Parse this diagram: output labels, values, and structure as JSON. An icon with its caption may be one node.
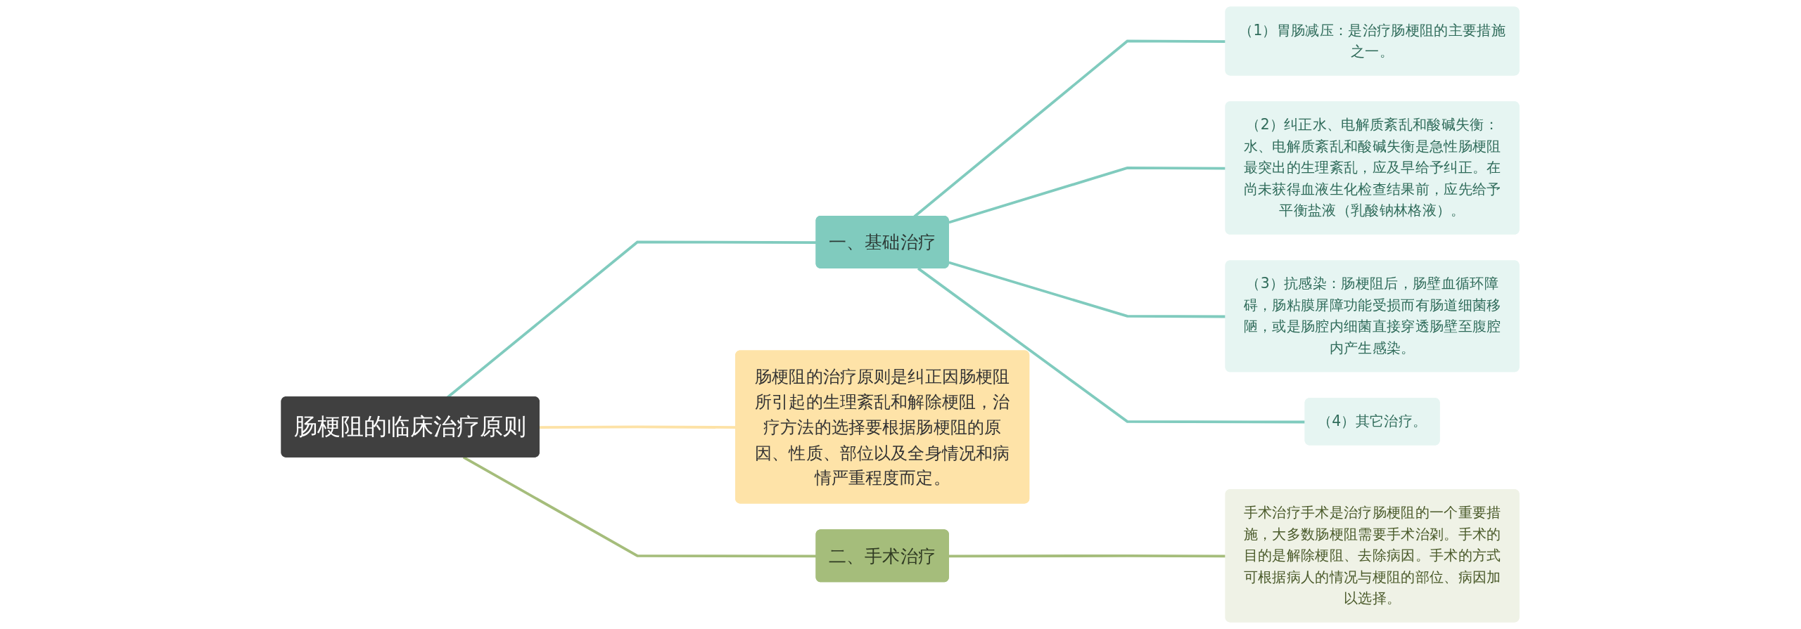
{
  "diagram": {
    "nodes": [
      {
        "text": [
          "肠梗阻的临床治疗原则"
        ]
      },
      {
        "text": [
          "一、基础治疗"
        ]
      },
      {
        "text": [
          "（1）胃肠减压：是治疗肠梗阻的主要措施之一。"
        ]
      },
      {
        "text": [
          "（2）纠正水、电解质紊乱和酸碱失衡：水、电解质紊乱和酸碱失衡是急性肠梗阻最突出的生理紊乱，应及早给予纠正。在尚未获得血液生化检查结果前，应先给予平衡盐液（乳酸钠林格液）。"
        ]
      },
      {
        "text": [
          "（3）抗感染：肠梗阻后，肠壁血循环障碍，肠粘膜屏障功能受损而有肠道细菌移陋，或是肠腔内细菌直接穿透肠壁至腹腔内产生感染。"
        ]
      },
      {
        "text": [
          "（4）其它治疗。"
        ]
      },
      {
        "text": [
          "肠梗阻的治疗原则是纠正因肠梗阻所引起的生理紊乱和解除梗阻，治疗方法的选择要根据肠梗阻的原因、性质、部位以及全身情况和病情严重程度而定。"
        ]
      },
      {
        "text": [
          "二、手术治疗"
        ]
      },
      {
        "text": [
          "手术治疗手术是治疗肠梗阻的一个重要措施，大多数肠梗阻需要手术治刴。手术的目的是解除梗阻、去除病因。手术的方式可根据病人的情况与梗阻的部位、病因加以选择。"
        ]
      }
    ],
    "edges": [
      {
        "from": 0,
        "to": 1,
        "arrow": "none"
      },
      {
        "from": 1,
        "to": 2,
        "arrow": "none"
      },
      {
        "from": 1,
        "to": 3,
        "arrow": "none"
      },
      {
        "from": 1,
        "to": 4,
        "arrow": "none"
      },
      {
        "from": 1,
        "to": 5,
        "arrow": "none"
      },
      {
        "from": 0,
        "to": 6,
        "arrow": "none",
        "color": "#fde2a6"
      },
      {
        "from": 0,
        "to": 7,
        "arrow": "none",
        "color": "#a5bd7b"
      },
      {
        "from": 7,
        "to": 8,
        "arrow": "none",
        "color": "#a5bd7b"
      }
    ]
  }
}
